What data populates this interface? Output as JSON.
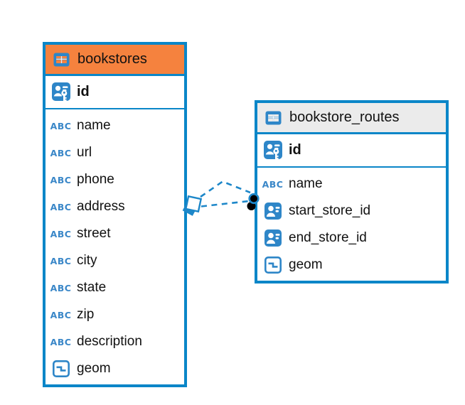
{
  "diagram": {
    "background": "#ffffff",
    "colors": {
      "table_border": "#0a86c8",
      "icon_blue": "#2e86c8",
      "header_orange": "#f5823e",
      "header_gray": "#ebebeb",
      "text": "#111111",
      "connector_blue": "#1d87c9",
      "dot_black": "#000000"
    },
    "icon_glyphs": {
      "text": "ABC"
    },
    "tables": [
      {
        "title": "bookstores",
        "header_style": "orange",
        "columns": [
          {
            "name": "id",
            "icon": "primary-key-user-icon",
            "primary": true
          },
          {
            "name": "name",
            "icon": "text-icon"
          },
          {
            "name": "url",
            "icon": "text-icon"
          },
          {
            "name": "phone",
            "icon": "text-icon"
          },
          {
            "name": "address",
            "icon": "text-icon"
          },
          {
            "name": "street",
            "icon": "text-icon"
          },
          {
            "name": "city",
            "icon": "text-icon"
          },
          {
            "name": "state",
            "icon": "text-icon"
          },
          {
            "name": "zip",
            "icon": "text-icon"
          },
          {
            "name": "description",
            "icon": "text-icon"
          },
          {
            "name": "geom",
            "icon": "geometry-icon"
          }
        ]
      },
      {
        "title": "bookstore_routes",
        "header_style": "gray",
        "columns": [
          {
            "name": "id",
            "icon": "primary-key-user-icon",
            "primary": true
          },
          {
            "name": "name",
            "icon": "text-icon"
          },
          {
            "name": "start_store_id",
            "icon": "foreign-key-user-icon"
          },
          {
            "name": "end_store_id",
            "icon": "foreign-key-user-icon"
          },
          {
            "name": "geom",
            "icon": "geometry-icon"
          }
        ]
      }
    ],
    "relationships": [
      {
        "from": "bookstores",
        "to": "bookstore_routes",
        "line_style": "dashed",
        "from_end": "diamond",
        "to_end": "dot"
      },
      {
        "from": "bookstores",
        "to": "bookstore_routes",
        "line_style": "dashed",
        "from_end": "diamond",
        "to_end": "dot"
      }
    ]
  }
}
